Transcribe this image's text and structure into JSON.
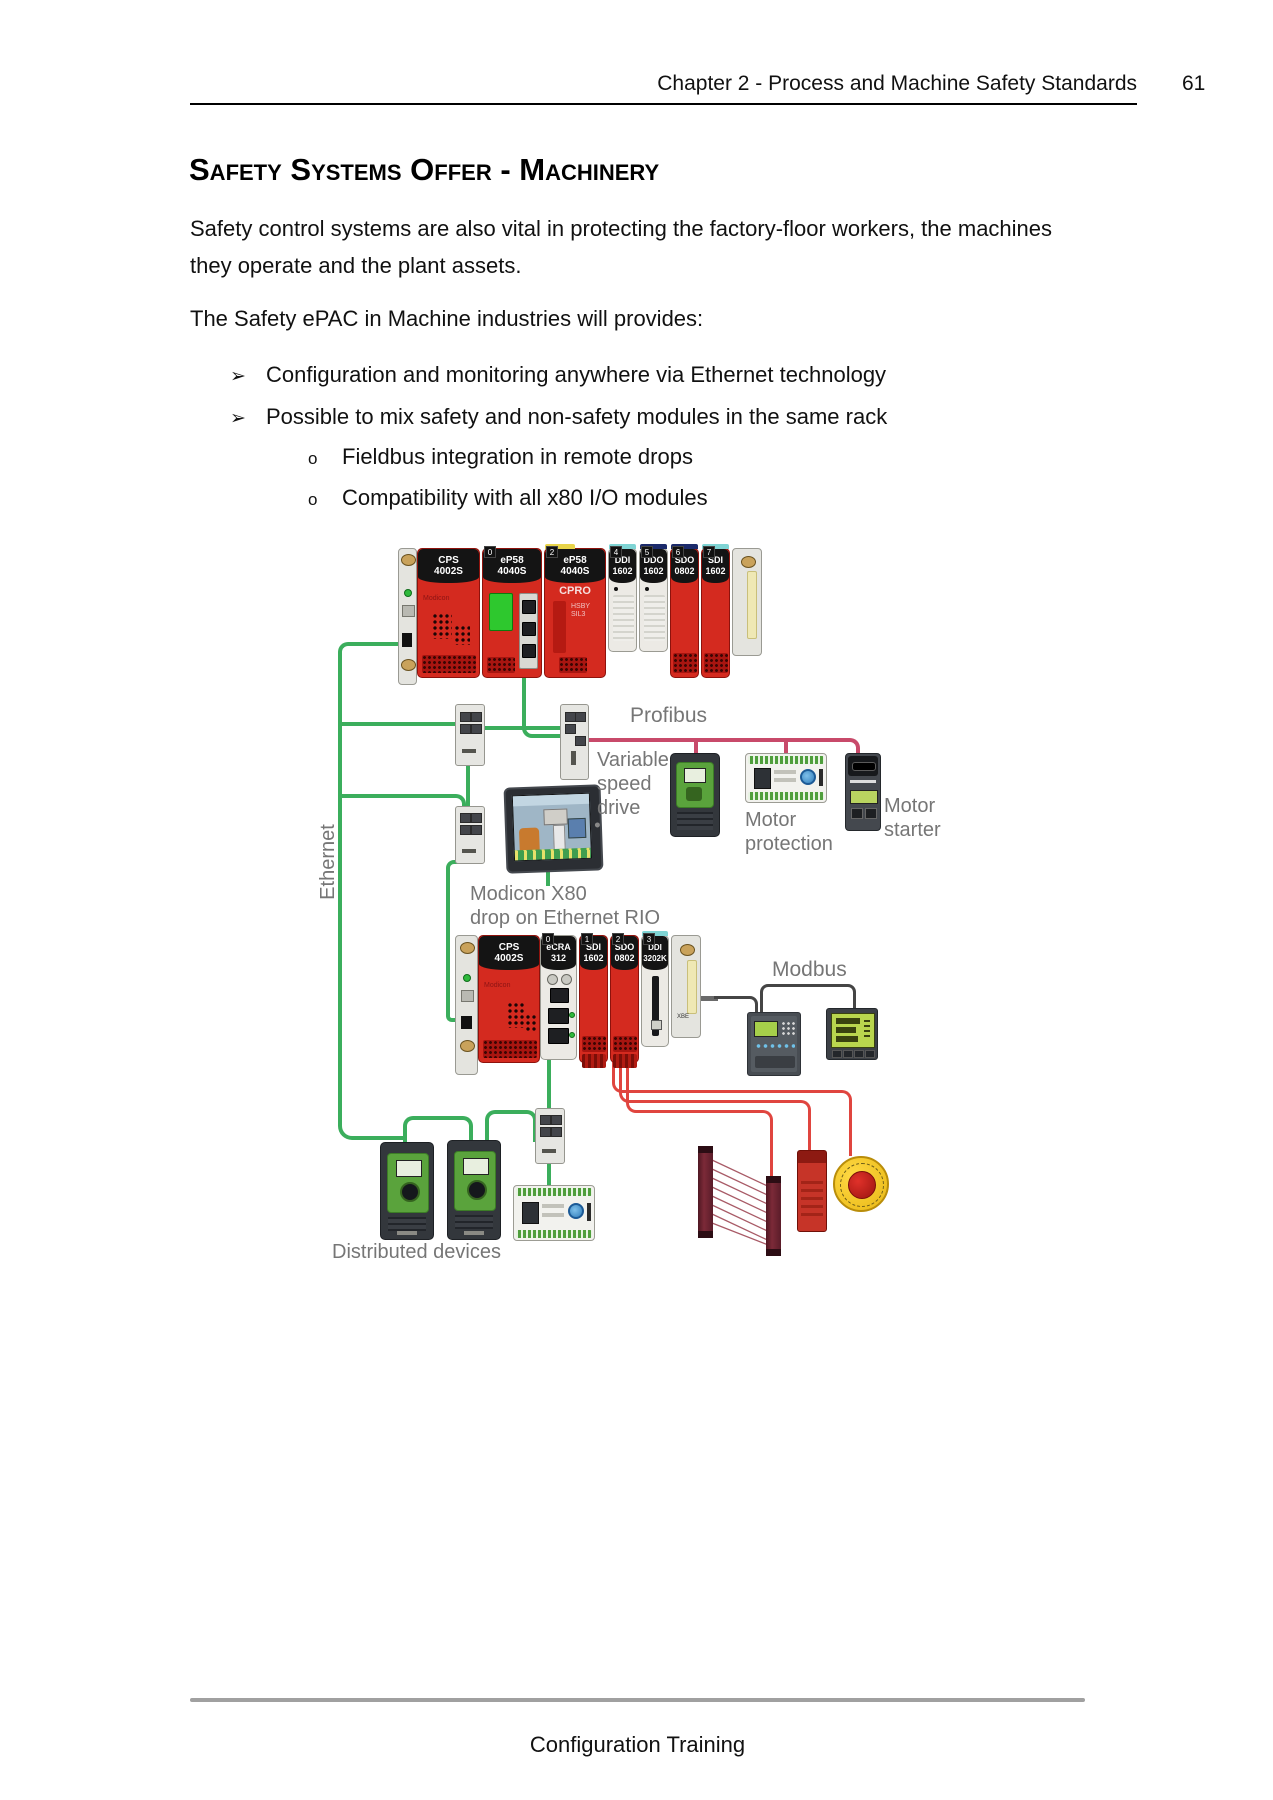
{
  "page": {
    "header": {
      "chapter": "Chapter 2 - Process and Machine Safety Standards",
      "page_number": "61"
    },
    "section_title": "Safety Systems Offer - Machinery",
    "paragraph1_lines": [
      "Safety control systems are also vital in protecting the factory-floor workers, the machines",
      "they operate and the plant assets."
    ],
    "paragraph2": "The Safety ePAC in Machine industries will provides:",
    "bullets": [
      {
        "marker": "➢",
        "text": "Configuration and monitoring anywhere via Ethernet technology"
      },
      {
        "marker": "➢",
        "text": "Possible to mix safety and non-safety modules in the same rack"
      }
    ],
    "sub_bullets": [
      {
        "marker": "o",
        "text": "Fieldbus integration in remote drops"
      },
      {
        "marker": "o",
        "text": "Compatibility with all x80 I/O modules"
      }
    ],
    "footer": "Configuration Training"
  },
  "diagram": {
    "labels": {
      "ethernet": "Ethernet",
      "profibus": "Profibus",
      "vsd": "Variable speed drive",
      "motor_protection_l1": "Motor",
      "motor_protection_l2": "protection",
      "motor_starter_l1": "Motor",
      "motor_starter_l2": "starter",
      "modicon_l1": "Modicon X80",
      "modicon_l2": "drop on Ethernet RIO",
      "modbus": "Modbus",
      "distributed": "Distributed devices"
    },
    "rack1": {
      "brand": "Modicon",
      "modules": [
        {
          "slot": "",
          "label": "CPS 4002S"
        },
        {
          "slot": "0",
          "label": "eP58 4040S"
        },
        {
          "slot": "2",
          "label": "eP58 4040S",
          "sub": "CPRO",
          "chip": "HSBY SIL3"
        },
        {
          "slot": "4",
          "label": "DDI 1602"
        },
        {
          "slot": "5",
          "label": "DDO 1602"
        },
        {
          "slot": "6",
          "label": "SDO 0802"
        },
        {
          "slot": "7",
          "label": "SDI 1602"
        }
      ]
    },
    "rack2": {
      "brand": "Modicon",
      "endcap": "XBE",
      "modules": [
        {
          "slot": "",
          "label": "CPS 4002S"
        },
        {
          "slot": "0",
          "label": "eCRA 312"
        },
        {
          "slot": "1",
          "label": "SDI 1602"
        },
        {
          "slot": "2",
          "label": "SDO 0802"
        },
        {
          "slot": "3",
          "label": "DDI 3202K"
        }
      ]
    },
    "colors": {
      "ethernet_green": "#3bae5c",
      "profibus_pink": "#c84a6a",
      "safety_red": "#e0453f",
      "modbus_dark": "#454545",
      "module_red": "#d42a1f"
    }
  }
}
